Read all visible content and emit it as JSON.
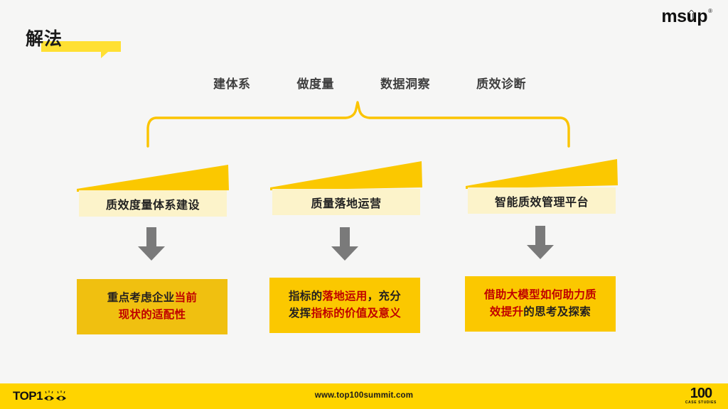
{
  "slide": {
    "background_color": "#f6f6f5",
    "title": "解法"
  },
  "brand": {
    "logo_text": "msup",
    "registered_mark": "®",
    "arrow_icon": "up-arrow-icon"
  },
  "phases": {
    "items": [
      {
        "label": "建体系"
      },
      {
        "label": "做度量"
      },
      {
        "label": "数据洞察"
      },
      {
        "label": "质效诊断"
      }
    ]
  },
  "connector": {
    "shape": "upward-curly-brace",
    "color": "#fbc400"
  },
  "stages": {
    "banner_color": "#fbc800",
    "body_color": "#fcf3ca",
    "items": [
      {
        "label": "质效度量体系建设"
      },
      {
        "label": "质量落地运营"
      },
      {
        "label": "智能质效管理平台"
      }
    ]
  },
  "arrows": {
    "color": "#7a7a7a",
    "icon": "arrow-down-icon",
    "count": 3
  },
  "results": {
    "box_color": "#fbc800",
    "dark_color": "#231f20",
    "accent_color": "#c00000",
    "items": [
      {
        "lines": [
          [
            {
              "text": "重点考虑企业",
              "color": "dark"
            },
            {
              "text": "当前",
              "color": "red"
            }
          ],
          [
            {
              "text": "现状的适配性",
              "color": "red"
            }
          ]
        ]
      },
      {
        "lines": [
          [
            {
              "text": "指标的",
              "color": "dark"
            },
            {
              "text": "落地运用",
              "color": "red"
            },
            {
              "text": "，充分",
              "color": "dark"
            }
          ],
          [
            {
              "text": "发挥",
              "color": "dark"
            },
            {
              "text": "指标的价值及意义",
              "color": "red"
            }
          ]
        ]
      },
      {
        "lines": [
          [
            {
              "text": "借助大模型如何助力质",
              "color": "red"
            }
          ],
          [
            {
              "text": "效提升",
              "color": "red"
            },
            {
              "text": "的思考及探索",
              "color": "dark"
            }
          ]
        ]
      }
    ]
  },
  "footer": {
    "background_color": "#ffd400",
    "brand_text": "TOP1",
    "eyes_icon": "eyes-icon",
    "url": "www.top100summit.com",
    "right_logo_number": "100",
    "right_logo_caption": "CASE STUDIES"
  }
}
